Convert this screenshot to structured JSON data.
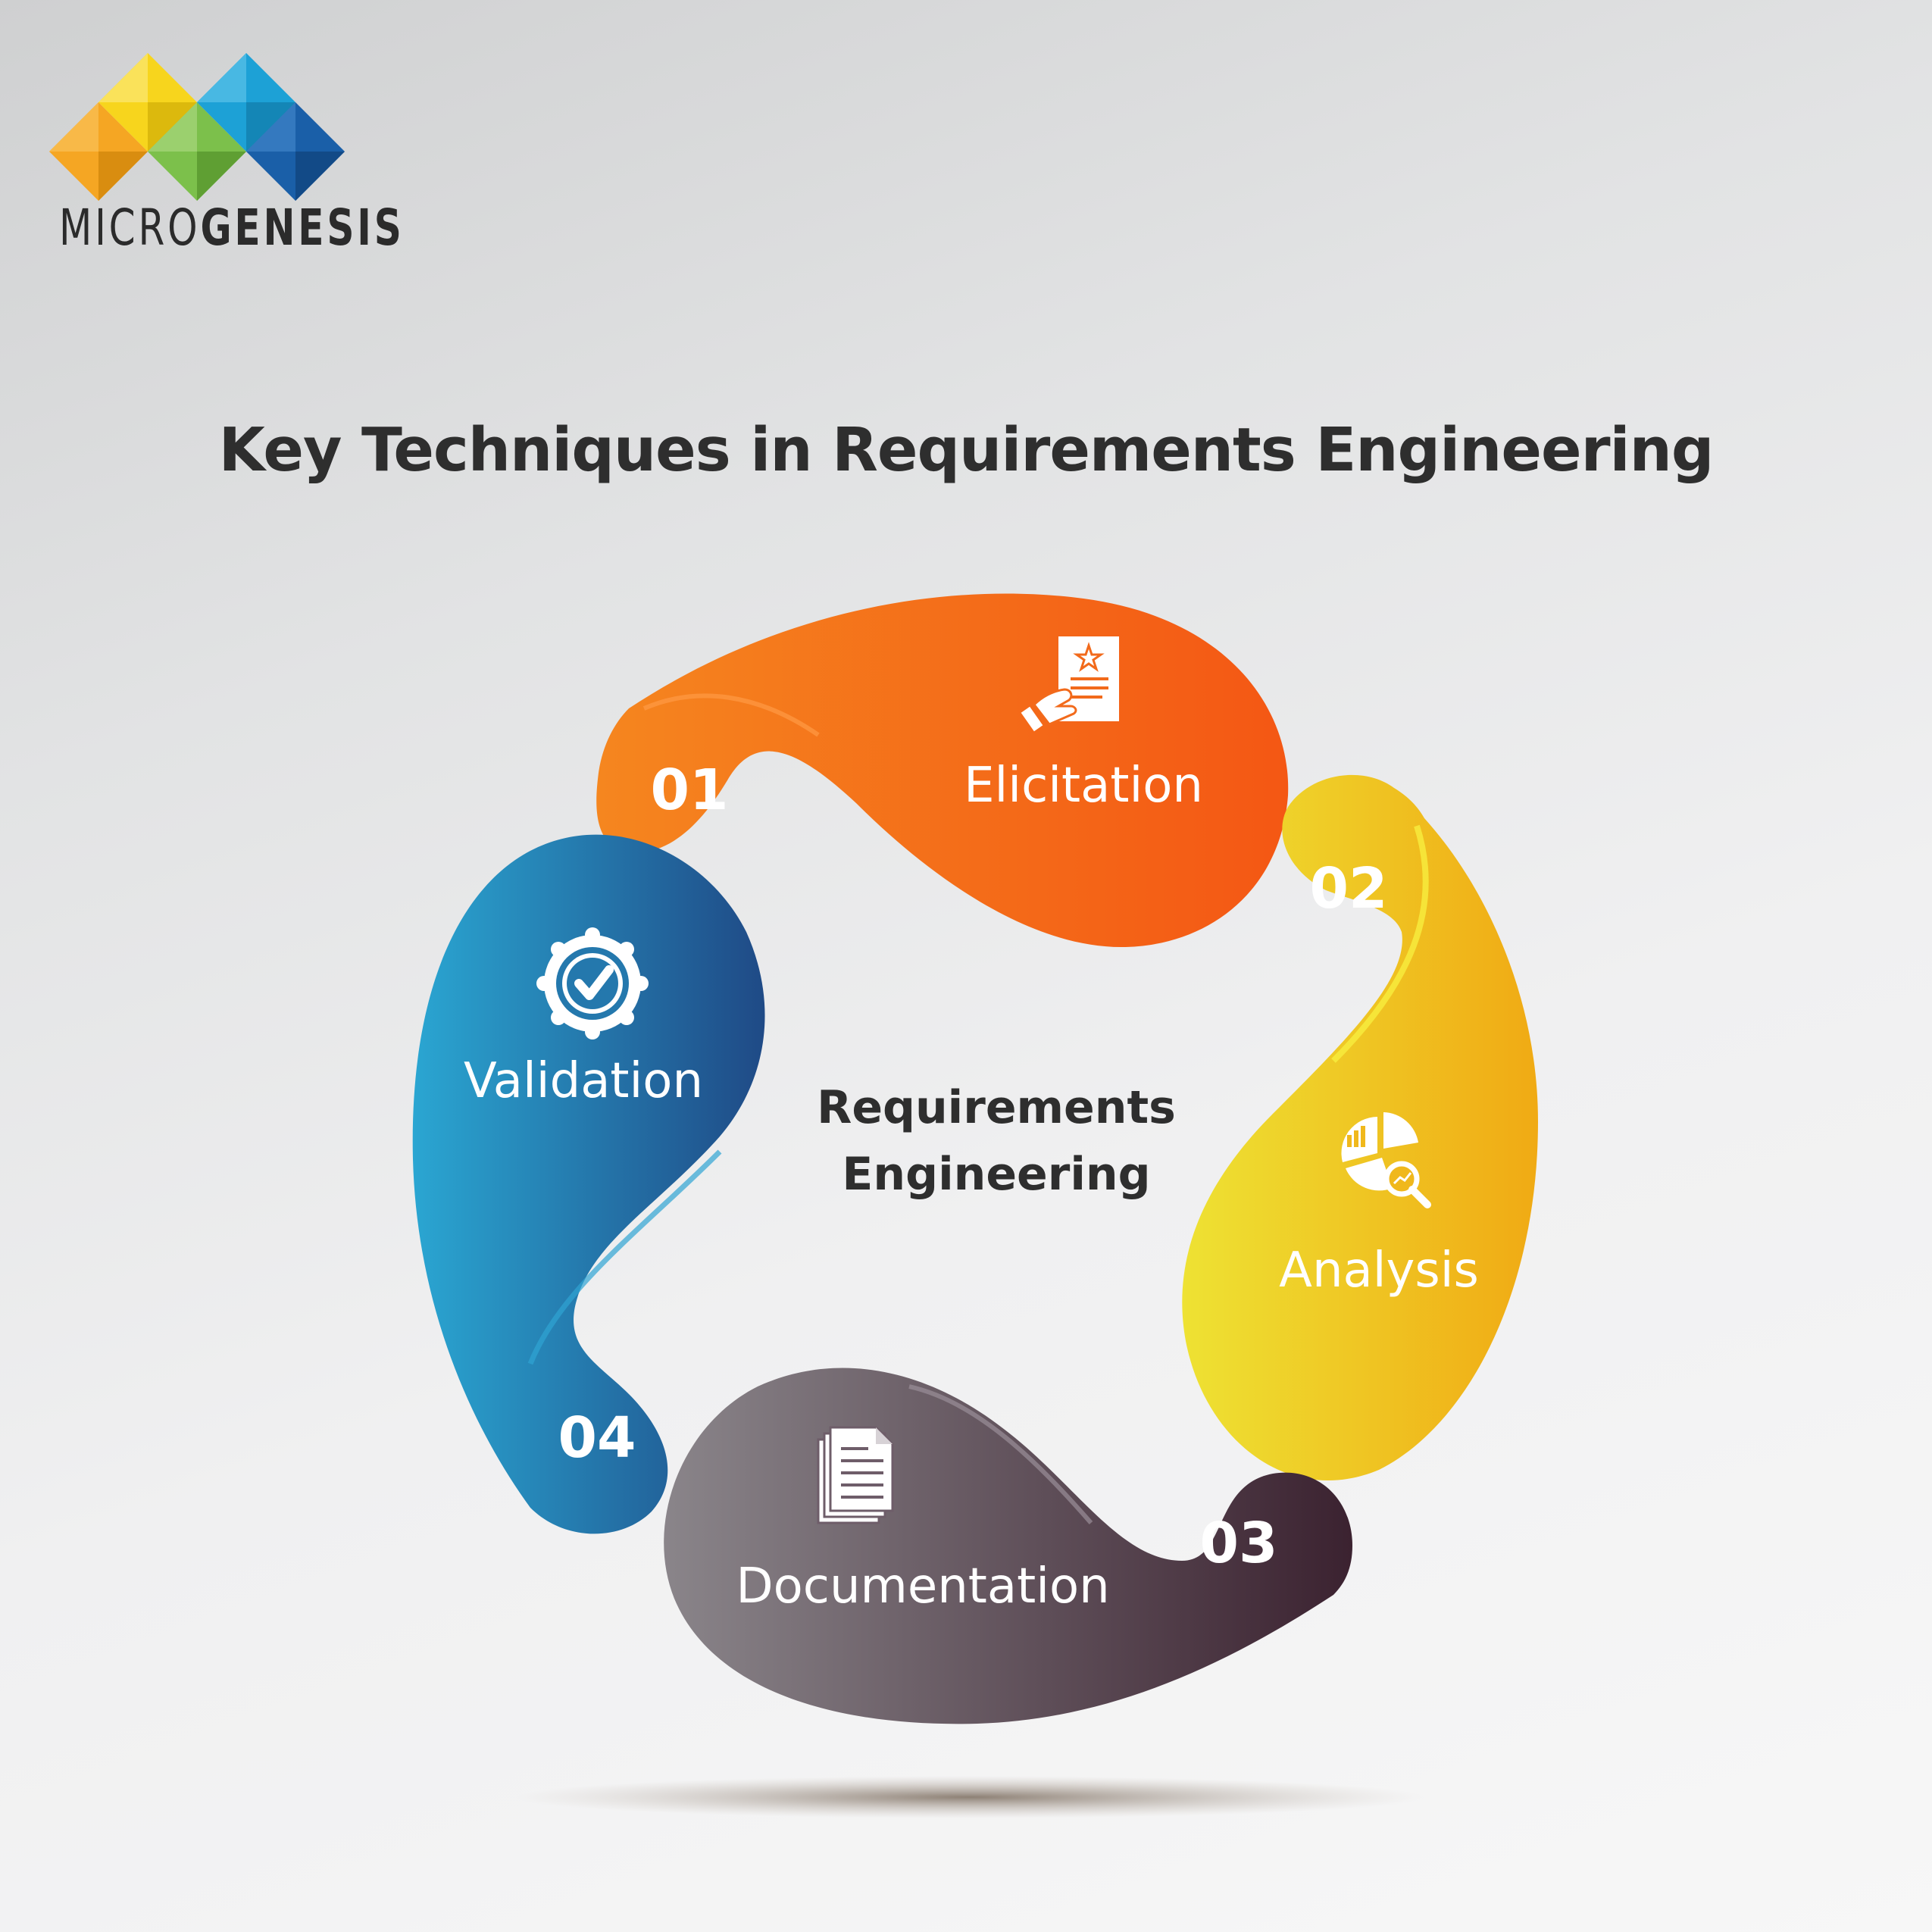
{
  "brand": {
    "name_light": "MICRO",
    "name_bold": "GENESIS",
    "colors": [
      "#f5a623",
      "#f7d51d",
      "#7cc04b",
      "#1da1d6",
      "#1a5fa8"
    ]
  },
  "title": "Key Techniques in Requirements Engineering",
  "center": {
    "line1": "Requirements",
    "line2": "Engineering"
  },
  "steps": [
    {
      "number": "01",
      "label": "Elicitation",
      "icon": "document-star-hand-icon",
      "color": "#f26a1b"
    },
    {
      "number": "02",
      "label": "Analysis",
      "icon": "pie-chart-magnifier-icon",
      "color": "#f0b81c"
    },
    {
      "number": "03",
      "label": "Documentation",
      "icon": "documents-icon",
      "color": "#5f4b58"
    },
    {
      "number": "04",
      "label": "Validation",
      "icon": "badge-check-icon",
      "color": "#2478ad"
    }
  ]
}
